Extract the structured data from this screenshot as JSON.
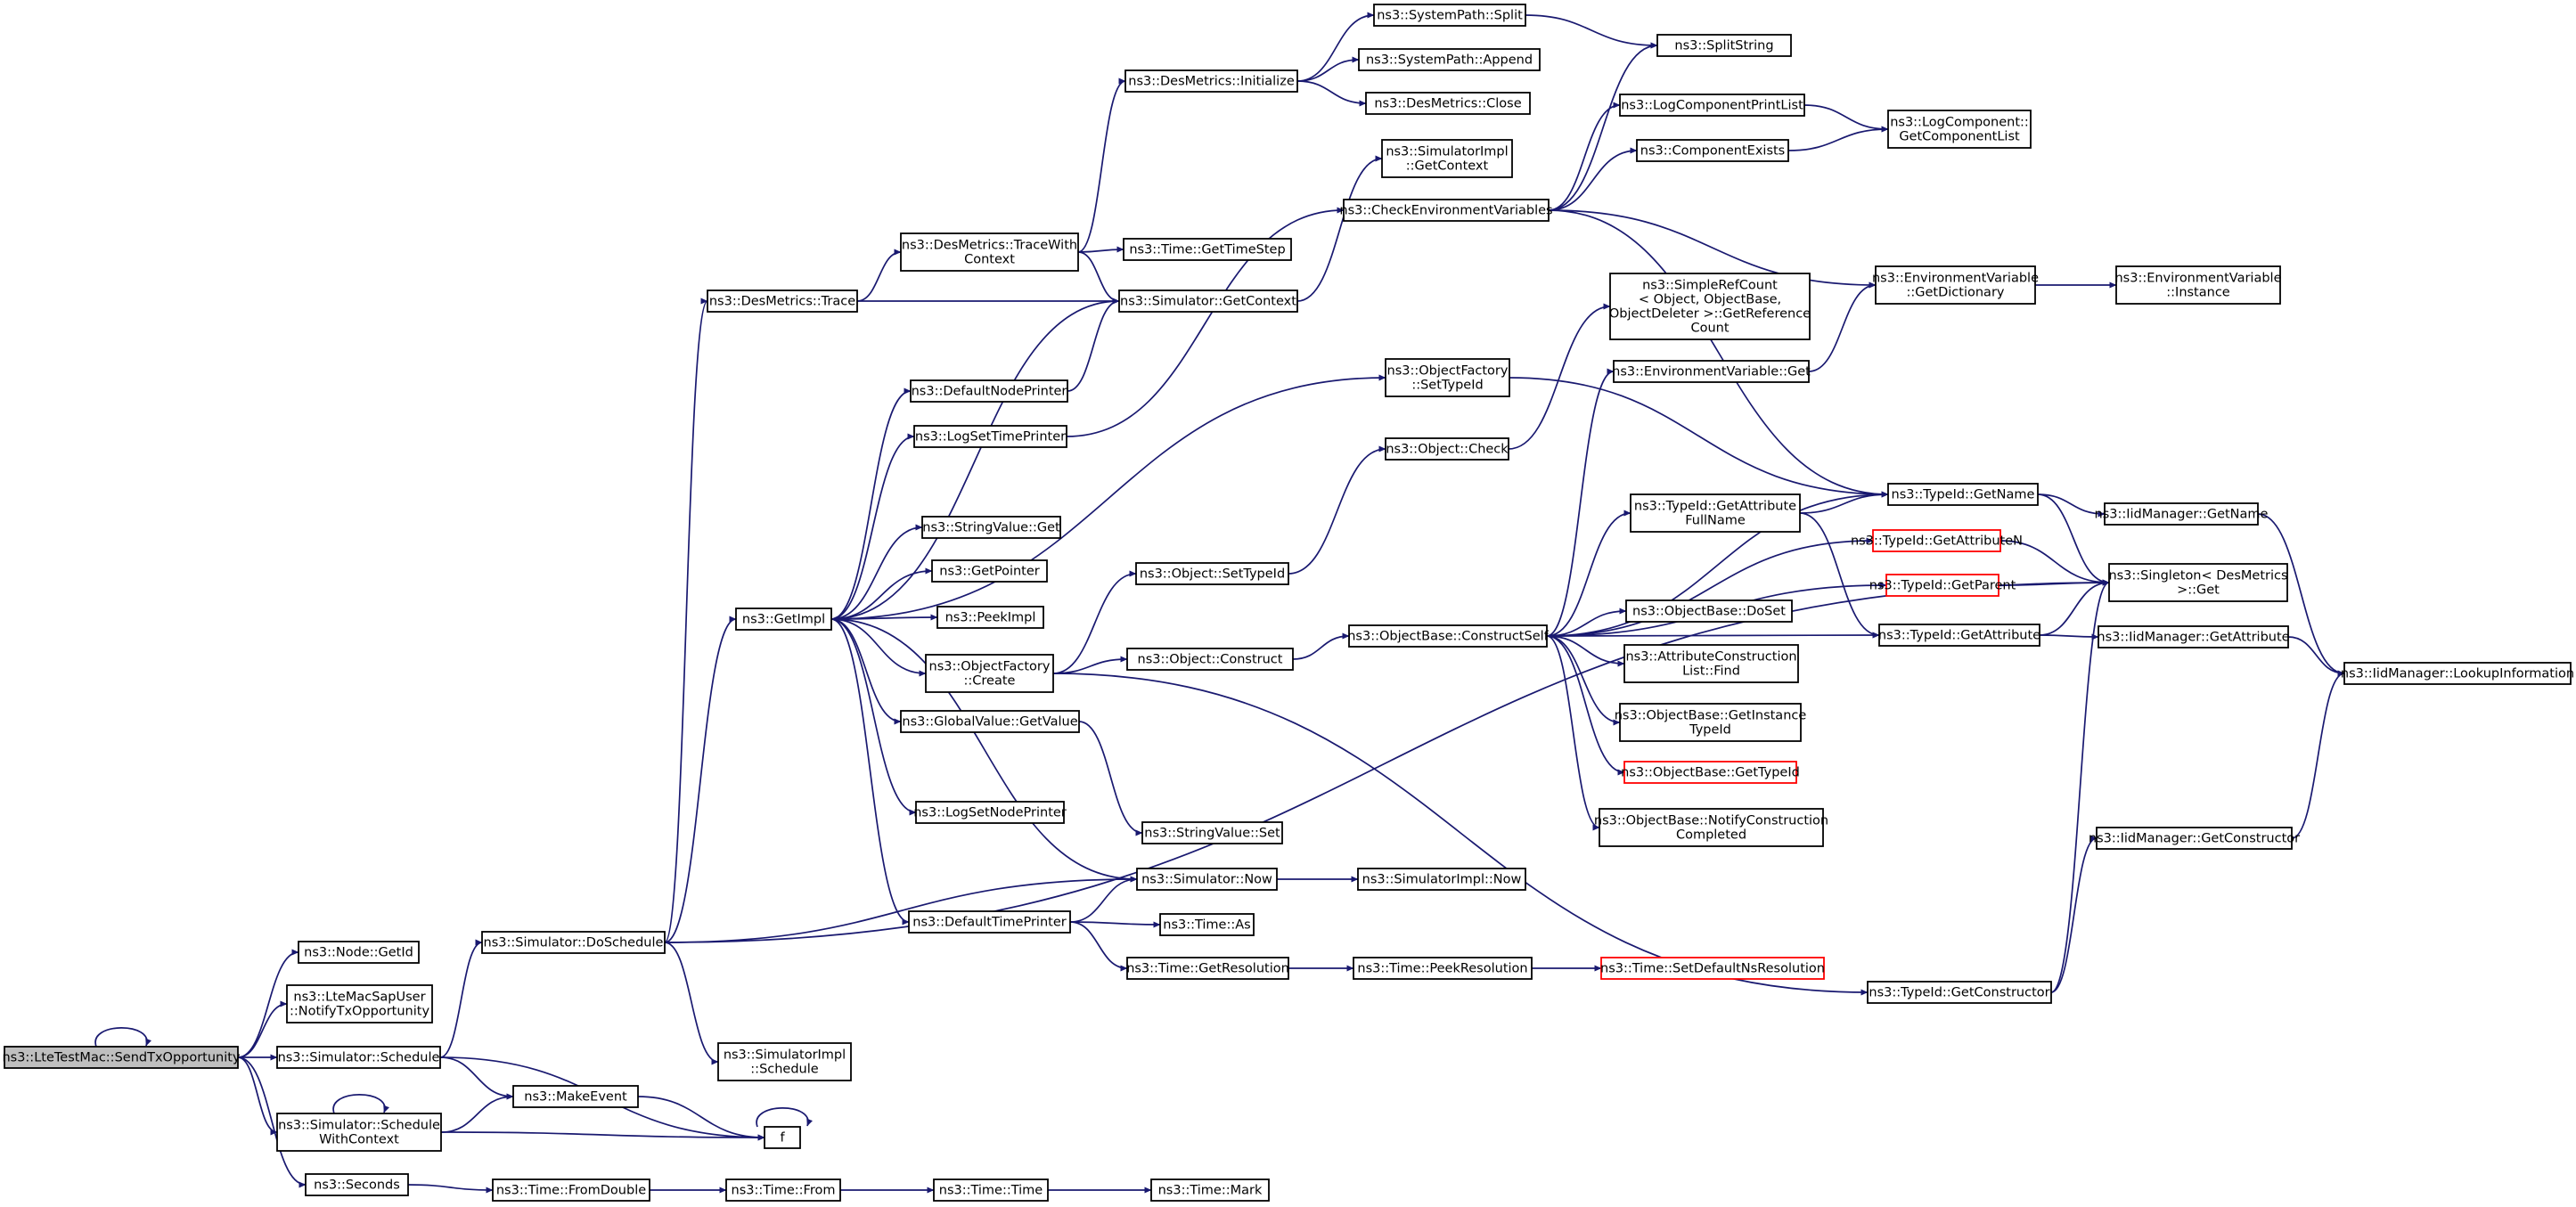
{
  "graph": {
    "title": "",
    "edge_color": "#191970",
    "root_fill": "#bfbfbf",
    "truncated_border": "#ff0000",
    "nodes": {
      "n0": {
        "lines": [
          "ns3::LteTestMac::SendTxOpportunity"
        ],
        "style": "root"
      },
      "n1": {
        "lines": [
          "ns3::Node::GetId"
        ]
      },
      "n2": {
        "lines": [
          "ns3::LteMacSapUser",
          "::NotifyTxOpportunity"
        ]
      },
      "n3": {
        "lines": [
          "ns3::Simulator::Schedule"
        ]
      },
      "n4": {
        "lines": [
          "ns3::Simulator::Schedule",
          "WithContext"
        ]
      },
      "n5": {
        "lines": [
          "ns3::Seconds"
        ]
      },
      "n6": {
        "lines": [
          "ns3::Simulator::DoSchedule"
        ]
      },
      "n7": {
        "lines": [
          "ns3::MakeEvent"
        ]
      },
      "n8": {
        "lines": [
          "f"
        ]
      },
      "n9": {
        "lines": [
          "ns3::Time::FromDouble"
        ]
      },
      "n10": {
        "lines": [
          "ns3::Time::From"
        ]
      },
      "n11": {
        "lines": [
          "ns3::Time::Time"
        ]
      },
      "n12": {
        "lines": [
          "ns3::Time::Mark"
        ]
      },
      "n13": {
        "lines": [
          "ns3::DesMetrics::Trace"
        ]
      },
      "n14": {
        "lines": [
          "ns3::GetImpl"
        ]
      },
      "n15": {
        "lines": [
          "ns3::SimulatorImpl",
          "::Schedule"
        ]
      },
      "n16": {
        "lines": [
          "ns3::Simulator::Now"
        ]
      },
      "n17": {
        "lines": [
          "ns3::DesMetrics::TraceWith",
          "Context"
        ]
      },
      "n18": {
        "lines": [
          "ns3::Simulator::GetContext"
        ]
      },
      "n19": {
        "lines": [
          "ns3::DesMetrics::Initialize"
        ]
      },
      "n20": {
        "lines": [
          "ns3::Time::GetTimeStep"
        ]
      },
      "n21": {
        "lines": [
          "ns3::SystemPath::Split"
        ]
      },
      "n22": {
        "lines": [
          "ns3::SystemPath::Append"
        ]
      },
      "n23": {
        "lines": [
          "ns3::DesMetrics::Close"
        ]
      },
      "n24": {
        "lines": [
          "ns3::SplitString"
        ]
      },
      "n25": {
        "lines": [
          "ns3::SimulatorImpl",
          "::GetContext"
        ]
      },
      "n26": {
        "lines": [
          "ns3::DefaultNodePrinter"
        ]
      },
      "n27": {
        "lines": [
          "ns3::LogSetTimePrinter"
        ]
      },
      "n28": {
        "lines": [
          "ns3::StringValue::Get"
        ]
      },
      "n29": {
        "lines": [
          "ns3::GetPointer"
        ]
      },
      "n30": {
        "lines": [
          "ns3::PeekImpl"
        ]
      },
      "n31": {
        "lines": [
          "ns3::ObjectFactory",
          "::Create"
        ]
      },
      "n32": {
        "lines": [
          "ns3::GlobalValue::GetValue"
        ]
      },
      "n33": {
        "lines": [
          "ns3::LogSetNodePrinter"
        ]
      },
      "n34": {
        "lines": [
          "ns3::DefaultTimePrinter"
        ]
      },
      "n35": {
        "lines": [
          "ns3::CheckEnvironmentVariables"
        ]
      },
      "n36": {
        "lines": [
          "ns3::ObjectFactory",
          "::SetTypeId"
        ]
      },
      "n37": {
        "lines": [
          "ns3::Object::SetTypeId"
        ]
      },
      "n38": {
        "lines": [
          "ns3::Object::Construct"
        ]
      },
      "n39": {
        "lines": [
          "ns3::TypeId::GetConstructor"
        ]
      },
      "n40": {
        "lines": [
          "ns3::StringValue::Set"
        ]
      },
      "n41": {
        "lines": [
          "ns3::SimulatorImpl::Now"
        ]
      },
      "n42": {
        "lines": [
          "ns3::Time::As"
        ]
      },
      "n43": {
        "lines": [
          "ns3::Time::GetResolution"
        ]
      },
      "n44": {
        "lines": [
          "ns3::Time::PeekResolution"
        ]
      },
      "n45": {
        "lines": [
          "ns3::Time::SetDefaultNsResolution"
        ],
        "style": "trunc"
      },
      "n46": {
        "lines": [
          "ns3::LogComponentPrintList"
        ]
      },
      "n47": {
        "lines": [
          "ns3::ComponentExists"
        ]
      },
      "n48": {
        "lines": [
          "ns3::LogComponent::",
          "GetComponentList"
        ]
      },
      "n49": {
        "lines": [
          "ns3::EnvironmentVariable",
          "::GetDictionary"
        ]
      },
      "n50": {
        "lines": [
          "ns3::EnvironmentVariable",
          "::Instance"
        ]
      },
      "n51": {
        "lines": [
          "ns3::TypeId::GetName"
        ]
      },
      "n52": {
        "lines": [
          "ns3::Object::Check"
        ]
      },
      "n53": {
        "lines": [
          "ns3::SimpleRefCount",
          "< Object, ObjectBase,",
          "ObjectDeleter >::GetReference",
          "Count"
        ]
      },
      "n54": {
        "lines": [
          "ns3::EnvironmentVariable::Get"
        ]
      },
      "n55": {
        "lines": [
          "ns3::ObjectBase::ConstructSelf"
        ]
      },
      "n56": {
        "lines": [
          "ns3::TypeId::GetAttribute",
          "FullName"
        ]
      },
      "n57": {
        "lines": [
          "ns3::TypeId::GetAttributeN"
        ],
        "style": "trunc"
      },
      "n58": {
        "lines": [
          "ns3::TypeId::GetParent"
        ],
        "style": "trunc"
      },
      "n59": {
        "lines": [
          "ns3::TypeId::GetAttribute"
        ]
      },
      "n60": {
        "lines": [
          "ns3::ObjectBase::DoSet"
        ]
      },
      "n61": {
        "lines": [
          "ns3::AttributeConstruction",
          "List::Find"
        ]
      },
      "n62": {
        "lines": [
          "ns3::ObjectBase::GetInstance",
          "TypeId"
        ]
      },
      "n63": {
        "lines": [
          "ns3::ObjectBase::GetTypeId"
        ],
        "style": "trunc"
      },
      "n64": {
        "lines": [
          "ns3::ObjectBase::NotifyConstruction",
          "Completed"
        ]
      },
      "n65": {
        "lines": [
          "ns3::IidManager::GetName"
        ]
      },
      "n66": {
        "lines": [
          "ns3::Singleton< DesMetrics",
          " >::Get"
        ]
      },
      "n67": {
        "lines": [
          "ns3::IidManager::GetAttribute"
        ]
      },
      "n68": {
        "lines": [
          "ns3::IidManager::LookupInformation"
        ]
      },
      "n69": {
        "lines": [
          "ns3::IidManager::GetConstructor"
        ]
      }
    },
    "edges": [
      [
        "n0",
        "n0"
      ],
      [
        "n0",
        "n1"
      ],
      [
        "n0",
        "n2"
      ],
      [
        "n0",
        "n3"
      ],
      [
        "n0",
        "n4"
      ],
      [
        "n0",
        "n5"
      ],
      [
        "n3",
        "n6"
      ],
      [
        "n3",
        "n7"
      ],
      [
        "n3",
        "n8"
      ],
      [
        "n4",
        "n4"
      ],
      [
        "n4",
        "n7"
      ],
      [
        "n4",
        "n8"
      ],
      [
        "n5",
        "n9"
      ],
      [
        "n9",
        "n10"
      ],
      [
        "n10",
        "n11"
      ],
      [
        "n11",
        "n12"
      ],
      [
        "n7",
        "n8"
      ],
      [
        "n8",
        "n8"
      ],
      [
        "n6",
        "n13"
      ],
      [
        "n6",
        "n14"
      ],
      [
        "n6",
        "n15"
      ],
      [
        "n6",
        "n16"
      ],
      [
        "n6",
        "n66"
      ],
      [
        "n13",
        "n17"
      ],
      [
        "n13",
        "n18"
      ],
      [
        "n17",
        "n18"
      ],
      [
        "n17",
        "n19"
      ],
      [
        "n17",
        "n20"
      ],
      [
        "n19",
        "n21"
      ],
      [
        "n19",
        "n22"
      ],
      [
        "n19",
        "n23"
      ],
      [
        "n21",
        "n24"
      ],
      [
        "n18",
        "n25"
      ],
      [
        "n18",
        "n14"
      ],
      [
        "n14",
        "n26"
      ],
      [
        "n14",
        "n27"
      ],
      [
        "n14",
        "n28"
      ],
      [
        "n14",
        "n29"
      ],
      [
        "n14",
        "n30"
      ],
      [
        "n14",
        "n31"
      ],
      [
        "n14",
        "n32"
      ],
      [
        "n14",
        "n33"
      ],
      [
        "n14",
        "n34"
      ],
      [
        "n14",
        "n36"
      ],
      [
        "n26",
        "n18"
      ],
      [
        "n27",
        "n35"
      ],
      [
        "n35",
        "n24"
      ],
      [
        "n35",
        "n46"
      ],
      [
        "n35",
        "n47"
      ],
      [
        "n35",
        "n49"
      ],
      [
        "n35",
        "n51"
      ],
      [
        "n46",
        "n48"
      ],
      [
        "n47",
        "n48"
      ],
      [
        "n49",
        "n50"
      ],
      [
        "n31",
        "n37"
      ],
      [
        "n31",
        "n38"
      ],
      [
        "n31",
        "n39"
      ],
      [
        "n36",
        "n51"
      ],
      [
        "n37",
        "n52"
      ],
      [
        "n52",
        "n53"
      ],
      [
        "n38",
        "n55"
      ],
      [
        "n55",
        "n54"
      ],
      [
        "n55",
        "n51"
      ],
      [
        "n55",
        "n56"
      ],
      [
        "n55",
        "n57"
      ],
      [
        "n55",
        "n58"
      ],
      [
        "n55",
        "n60"
      ],
      [
        "n55",
        "n61"
      ],
      [
        "n55",
        "n62"
      ],
      [
        "n55",
        "n63"
      ],
      [
        "n55",
        "n64"
      ],
      [
        "n55",
        "n59"
      ],
      [
        "n54",
        "n49"
      ],
      [
        "n56",
        "n51"
      ],
      [
        "n56",
        "n59"
      ],
      [
        "n51",
        "n65"
      ],
      [
        "n51",
        "n66"
      ],
      [
        "n57",
        "n66"
      ],
      [
        "n58",
        "n66"
      ],
      [
        "n59",
        "n66"
      ],
      [
        "n59",
        "n67"
      ],
      [
        "n65",
        "n68"
      ],
      [
        "n67",
        "n68"
      ],
      [
        "n32",
        "n40"
      ],
      [
        "n34",
        "n16"
      ],
      [
        "n34",
        "n42"
      ],
      [
        "n34",
        "n43"
      ],
      [
        "n16",
        "n41"
      ],
      [
        "n16",
        "n14"
      ],
      [
        "n43",
        "n44"
      ],
      [
        "n44",
        "n45"
      ],
      [
        "n39",
        "n69"
      ],
      [
        "n39",
        "n66"
      ],
      [
        "n69",
        "n68"
      ]
    ]
  }
}
